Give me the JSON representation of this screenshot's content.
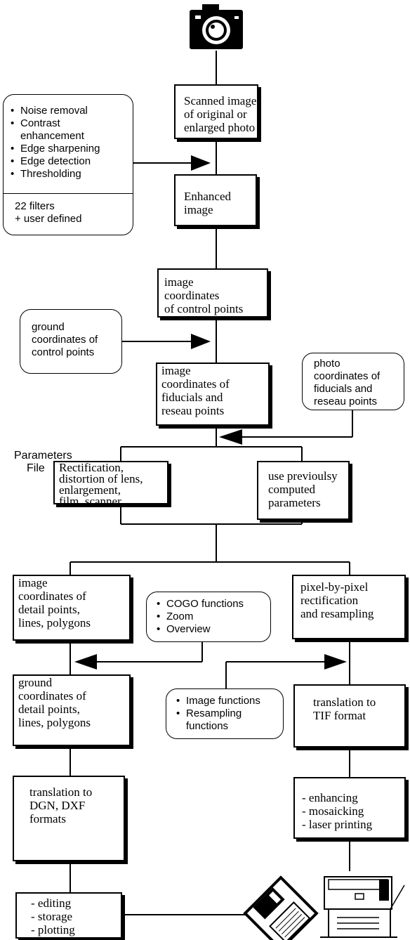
{
  "camera": {
    "icon": "camera-icon"
  },
  "scanned": [
    "Scanned image",
    "of original or",
    "enlarged photo"
  ],
  "filters": {
    "items": [
      "Noise removal",
      "Contrast enhancement",
      "Edge sharpening",
      "Edge detection",
      "Thresholding"
    ],
    "count": [
      "22 filters",
      "+ user defined"
    ]
  },
  "enhanced": [
    "Enhanced",
    "image"
  ],
  "img_control": [
    "image",
    "coordinates",
    "of control points"
  ],
  "ground_control": [
    "ground",
    "coordinates of",
    "control points"
  ],
  "img_fiducial": [
    "image",
    "coordinates of",
    "fiducials and",
    "reseau points"
  ],
  "photo_fiducial": [
    "photo",
    "coordinates of",
    "fiducials and",
    "reseau points"
  ],
  "param_label": [
    "Parameters",
    "File"
  ],
  "rectification": [
    "Rectification,",
    "distortion of lens,",
    "enlargement,",
    "film, scanner"
  ],
  "previous": [
    "use previoulsy",
    "computed",
    "parameters"
  ],
  "img_detail": [
    "image",
    "coordinates of",
    "detail points,",
    "lines, polygons"
  ],
  "cogo": [
    "COGO functions",
    "Zoom",
    "Overview"
  ],
  "pixel": [
    "pixel-by-pixel",
    "rectification",
    "and resampling"
  ],
  "ground_detail": [
    "ground",
    "coordinates of",
    "detail points,",
    "lines, polygons"
  ],
  "image_funcs": [
    "Image functions",
    "Resampling functions"
  ],
  "tif": [
    "translation to",
    "TIF format"
  ],
  "dgn": [
    "translation to",
    "DGN, DXF",
    "formats"
  ],
  "enhancing": [
    "- enhancing",
    "- mosaicking",
    "- laser printing"
  ],
  "editing": [
    "- editing",
    "- storage",
    "- plotting"
  ],
  "icons": {
    "disk": "floppy-disk-icon",
    "printer": "printer-icon"
  }
}
